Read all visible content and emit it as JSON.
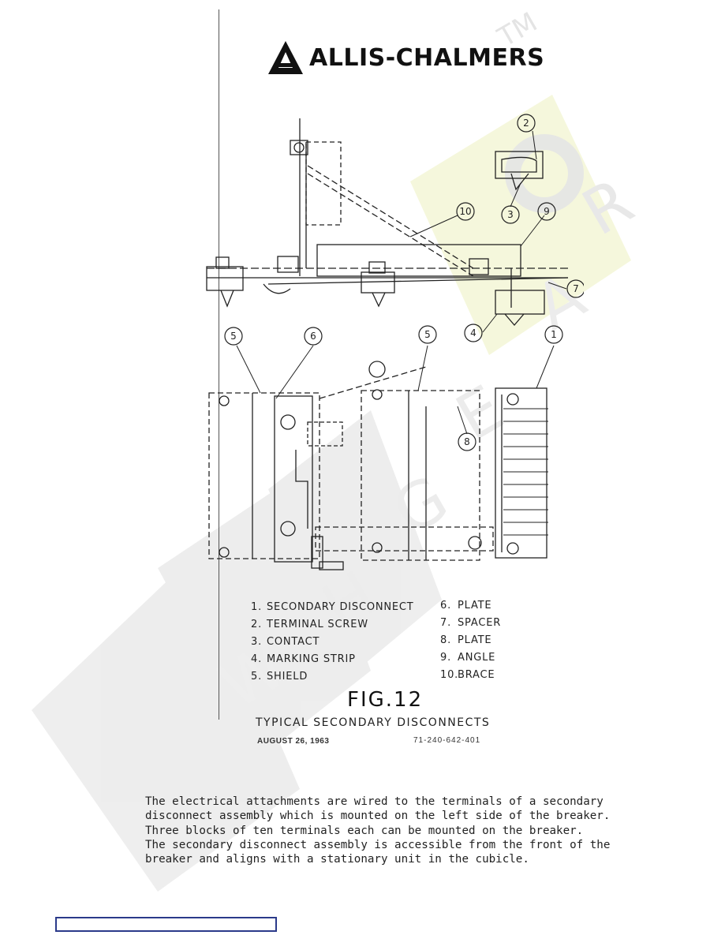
{
  "brand": {
    "name": "ALLIS-CHALMERS",
    "logo_icon": "allis-chalmers-triangle-logo"
  },
  "diagram": {
    "callouts": [
      "2",
      "3",
      "10",
      "9",
      "7",
      "4",
      "5",
      "6",
      "5",
      "1",
      "8"
    ]
  },
  "legend": {
    "left": [
      {
        "num": "1.",
        "label": "SECONDARY  DISCONNECT"
      },
      {
        "num": "2.",
        "label": "TERMINAL  SCREW"
      },
      {
        "num": "3.",
        "label": "CONTACT"
      },
      {
        "num": "4.",
        "label": "MARKING  STRIP"
      },
      {
        "num": "5.",
        "label": "SHIELD"
      }
    ],
    "right": [
      {
        "num": "6.",
        "label": "PLATE"
      },
      {
        "num": "7.",
        "label": "SPACER"
      },
      {
        "num": "8.",
        "label": "PLATE"
      },
      {
        "num": "9.",
        "label": "ANGLE"
      },
      {
        "num": "10.",
        "label": "BRACE"
      }
    ]
  },
  "figure": {
    "title": "FIG.12",
    "subtitle": "TYPICAL  SECONDARY  DISCONNECTS",
    "date": "AUGUST 26, 1963",
    "code": "71-240-642-401"
  },
  "body_text": [
    "The electrical attachments are wired to the terminals of a secondary",
    "disconnect assembly which is mounted on the left side of the breaker.",
    "Three blocks of ten terminals each can be mounted on the breaker.",
    "The secondary disconnect assembly is accessible from the front of the",
    "breaker and aligns with a stationary unit in the cubicle."
  ],
  "watermark": {
    "icon": "gear-watermark-icon",
    "text": "TM"
  },
  "colors": {
    "watermark_gray": "#e6e6e6",
    "watermark_yellow": "#f4f6d8",
    "footer_border": "#2b3a8a"
  }
}
